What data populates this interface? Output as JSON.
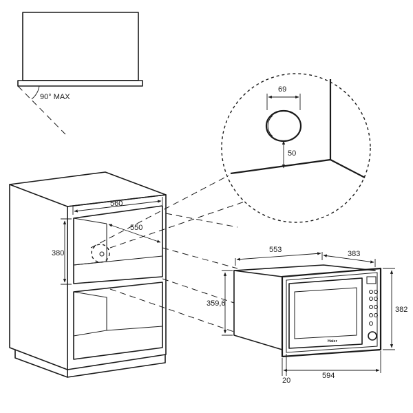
{
  "labels": {
    "angle": "90° MAX",
    "knob_width": "69",
    "knob_height": "50",
    "cabinet_width": "560",
    "cabinet_depth": "550",
    "cabinet_height": "380",
    "oven_depth": "553",
    "oven_side_depth": "383",
    "oven_body_height": "359,6",
    "oven_front_height": "382",
    "frame_offset": "20",
    "oven_front_width": "594",
    "brand": "Haier"
  }
}
